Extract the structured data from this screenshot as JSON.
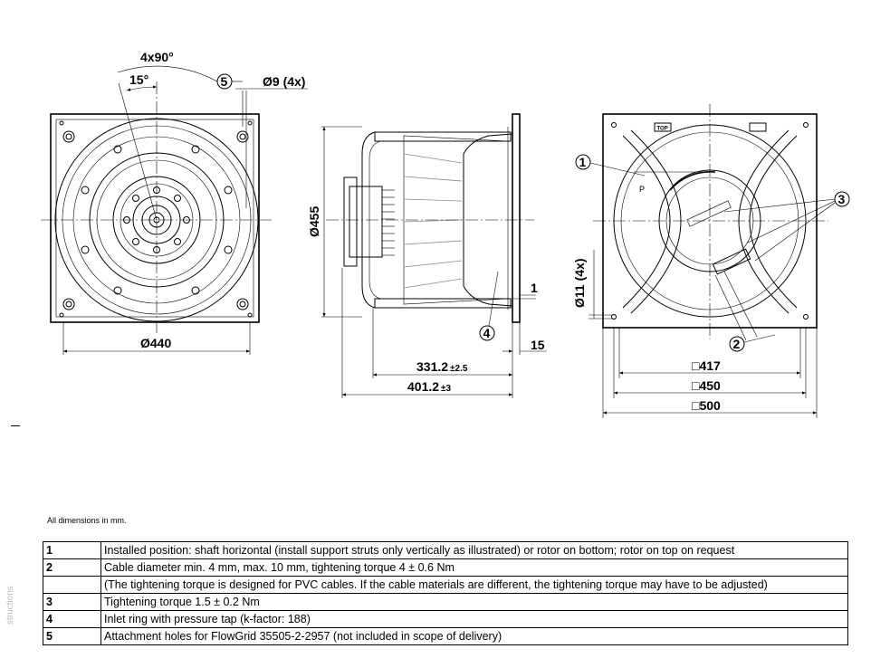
{
  "dimensions": {
    "angle_pattern": "4x90°",
    "angle_offset": "15°",
    "hole_dia": "Ø9 (4x)",
    "ring_dia": "Ø440",
    "height_dia": "Ø455",
    "depth_1": "331.2",
    "depth_1_tol": "±2.5",
    "depth_2": "401.2",
    "depth_2_tol": "±3",
    "flange": "15",
    "gap": "1",
    "side_hole": "Ø11 (4x)",
    "sq_417": "□417",
    "sq_450": "□450",
    "sq_500": "□500"
  },
  "callouts": [
    "1",
    "2",
    "3",
    "4",
    "5"
  ],
  "labels": {
    "top": "TOP",
    "p": "P"
  },
  "note": "All dimensions in mm.",
  "legend": [
    {
      "num": "1",
      "text": "Installed position: shaft horizontal (install support struts only vertically as illustrated) or rotor on bottom; rotor on top on request"
    },
    {
      "num": "2",
      "text": "Cable diameter min. 4 mm, max. 10 mm, tightening torque 4 ± 0.6 Nm"
    },
    {
      "num": "",
      "text": "(The tightening torque is designed for PVC cables. If the cable materials are different, the tightening torque may have to be adjusted)"
    },
    {
      "num": "3",
      "text": "Tightening torque 1.5 ± 0.2 Nm"
    },
    {
      "num": "4",
      "text": "Inlet ring with pressure tap (k-factor: 188)"
    },
    {
      "num": "5",
      "text": "Attachment holes for FlowGrid 35505-2-2957 (not included in scope of delivery)"
    }
  ],
  "side_text": "structions"
}
